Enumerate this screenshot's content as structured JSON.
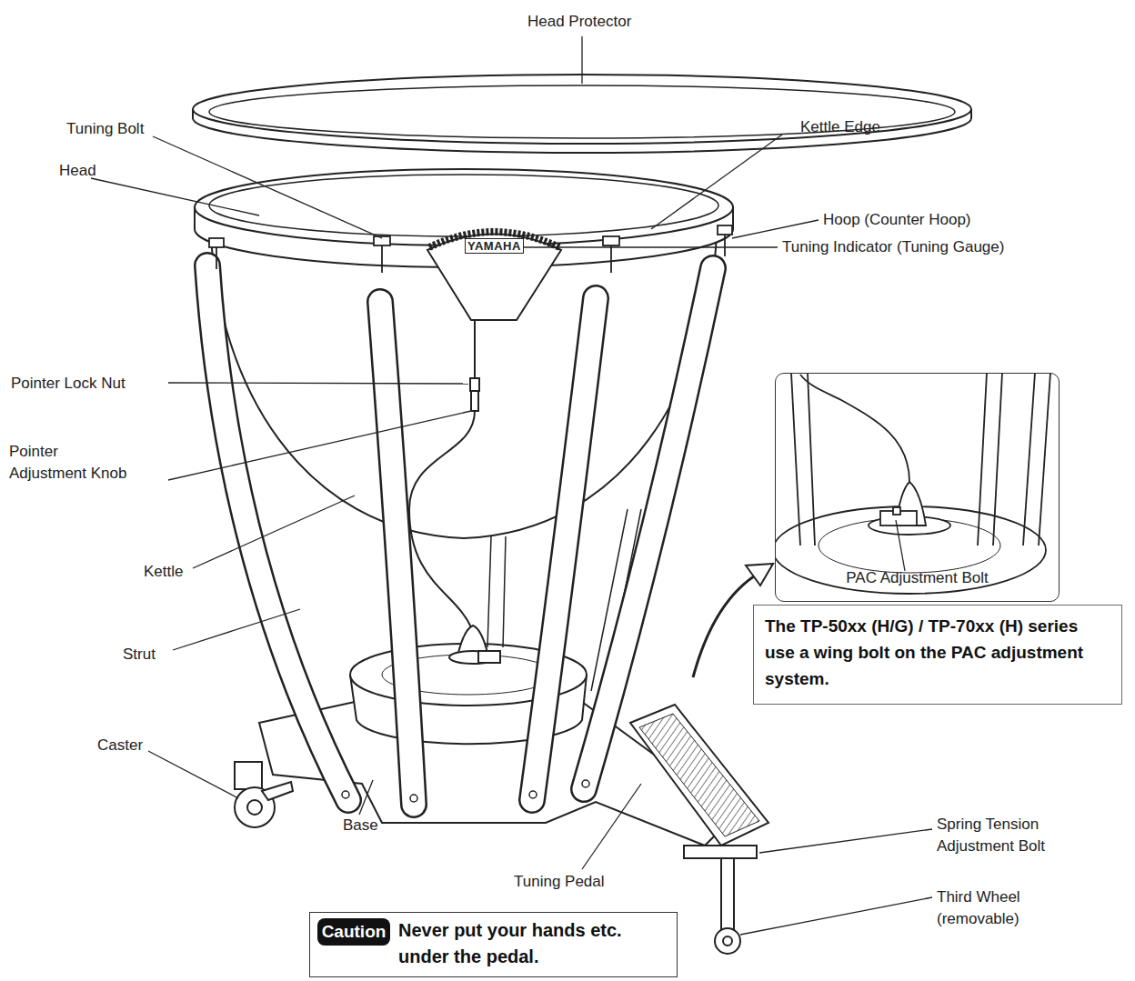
{
  "diagram": {
    "nodes": [
      {
        "text": [
          "PAC Adjustment Bolt"
        ]
      },
      {
        "text": [
          "The TP-50xx (H/G) / TP-70xx (H) series use a wing bolt on the PAC adjustment system."
        ]
      },
      {
        "text": [
          "Never put your hands etc. under the pedal."
        ]
      },
      {
        "text": [
          "Caution"
        ],
        "in": 2
      }
    ],
    "labels": [
      "Head Protector",
      "Tuning Bolt",
      "Head",
      "Kettle Edge",
      "Hoop (Counter Hoop)",
      "YAMAHA",
      "Tuning Indicator (Tuning Gauge)",
      "Pointer Lock Nut",
      "Pointer Adjustment Knob",
      "Kettle",
      "Strut",
      "Caster",
      "Base",
      "Tuning Pedal",
      "Spring Tension Adjustment Bolt",
      "Third Wheel (removable)"
    ]
  }
}
